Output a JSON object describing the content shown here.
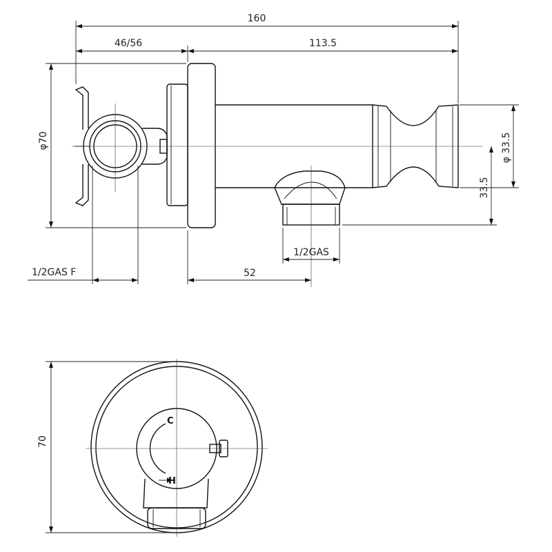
{
  "side_view": {
    "dim_overall_length": "160",
    "dim_handle_depth": "46/56",
    "dim_spout_length": "113.5",
    "dim_flange_diameter": "φ70",
    "dim_spout_diameter": "φ 33.5",
    "dim_outlet_offset": "33.5",
    "dim_outlet_thread": "1/2GAS",
    "dim_inlet_thread": "1/2GAS F",
    "dim_outlet_position": "52"
  },
  "front_view": {
    "dim_flange_height": "70",
    "cold_mark": "C",
    "hot_mark": "H"
  }
}
